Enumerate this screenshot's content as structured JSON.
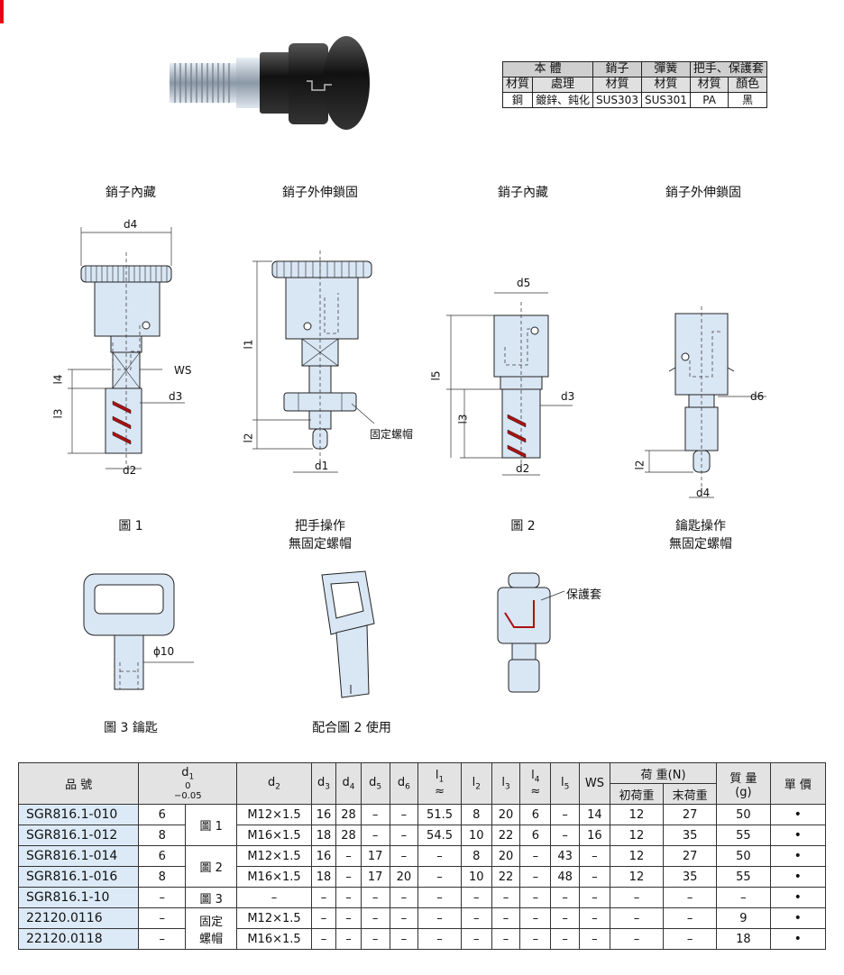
{
  "material_table": {
    "header1": [
      "本 體",
      "銷子",
      "彈簧",
      "把手、保護套"
    ],
    "header2": [
      "材質",
      "處理",
      "材質",
      "材質",
      "材質",
      "顏色"
    ],
    "values": [
      "鋼",
      "鍍鋅、鈍化",
      "SUS303",
      "SUS301",
      "PA",
      "黑"
    ]
  },
  "diagram_titles": [
    "銷子內藏",
    "銷子外伸鎖固",
    "銷子內藏",
    "銷子外伸鎖固"
  ],
  "figure_captions": {
    "fig1": "圖 1",
    "handle_line1": "把手操作",
    "handle_line2": "無固定螺帽",
    "fig2": "圖 2",
    "key_line1": "鑰匙操作",
    "key_line2": "無固定螺帽",
    "fig3": "圖 3 鑰匙",
    "use_fig2": "配合圖 2 使用"
  },
  "dim_labels": {
    "d4": "d4",
    "ws": "WS",
    "l4": "l4",
    "d3": "d3",
    "l3": "l3",
    "d2": "d2",
    "l1": "l1",
    "l2": "l2",
    "d1": "d1",
    "nut": "固定螺帽",
    "d5": "d5",
    "l5": "l5",
    "d6": "d6",
    "phi10": "ϕ10",
    "cover": "保護套"
  },
  "spec_table": {
    "headers": {
      "part": "品 號",
      "d1": "d",
      "d1_sub": "1",
      "d1_tol_top": "0",
      "d1_tol_bot": "−0.05",
      "d2": "d",
      "d2_sub": "2",
      "d3": "d",
      "d3_sub": "3",
      "d4": "d",
      "d4_sub": "4",
      "d5": "d",
      "d5_sub": "5",
      "d6": "d",
      "d6_sub": "6",
      "l1": "l",
      "l1_sub": "1",
      "approx": "≈",
      "l2": "l",
      "l2_sub": "2",
      "l3": "l",
      "l3_sub": "3",
      "l4": "l",
      "l4_sub": "4",
      "l5": "l",
      "l5_sub": "5",
      "ws": "WS",
      "load": "荷 重(N)",
      "load_init": "初荷重",
      "load_end": "末荷重",
      "mass": "質 量",
      "mass_unit": "(g)",
      "price": "單 價"
    },
    "groups": [
      "圖 1",
      "圖 2",
      "圖 3",
      "固定",
      "螺帽"
    ],
    "rows": [
      {
        "part": "SGR816.1-010",
        "d1": "6",
        "d2": "M12×1.5",
        "d3": "16",
        "d4": "28",
        "d5": "–",
        "d6": "–",
        "l1": "51.5",
        "l2": "8",
        "l3": "20",
        "l4": "6",
        "l5": "–",
        "ws": "14",
        "init": "12",
        "end": "27",
        "mass": "50",
        "price": "•"
      },
      {
        "part": "SGR816.1-012",
        "d1": "8",
        "d2": "M16×1.5",
        "d3": "18",
        "d4": "28",
        "d5": "–",
        "d6": "–",
        "l1": "54.5",
        "l2": "10",
        "l3": "22",
        "l4": "6",
        "l5": "–",
        "ws": "16",
        "init": "12",
        "end": "35",
        "mass": "55",
        "price": "•"
      },
      {
        "part": "SGR816.1-014",
        "d1": "6",
        "d2": "M12×1.5",
        "d3": "16",
        "d4": "–",
        "d5": "17",
        "d6": "–",
        "l1": "–",
        "l2": "8",
        "l3": "20",
        "l4": "–",
        "l5": "43",
        "ws": "–",
        "init": "12",
        "end": "27",
        "mass": "50",
        "price": "•"
      },
      {
        "part": "SGR816.1-016",
        "d1": "8",
        "d2": "M16×1.5",
        "d3": "18",
        "d4": "–",
        "d5": "17",
        "d6": "20",
        "l1": "–",
        "l2": "10",
        "l3": "22",
        "l4": "–",
        "l5": "48",
        "ws": "–",
        "init": "12",
        "end": "35",
        "mass": "55",
        "price": "•"
      },
      {
        "part": "SGR816.1-10",
        "d1": "–",
        "d2": "–",
        "d3": "–",
        "d4": "–",
        "d5": "–",
        "d6": "–",
        "l1": "–",
        "l2": "–",
        "l3": "–",
        "l4": "–",
        "l5": "–",
        "ws": "–",
        "init": "–",
        "end": "–",
        "mass": "–",
        "price": "•"
      },
      {
        "part": "22120.0116",
        "d1": "–",
        "d2": "M12×1.5",
        "d3": "–",
        "d4": "–",
        "d5": "–",
        "d6": "–",
        "l1": "–",
        "l2": "–",
        "l3": "–",
        "l4": "–",
        "l5": "–",
        "ws": "–",
        "init": "–",
        "end": "–",
        "mass": "9",
        "price": "•"
      },
      {
        "part": "22120.0118",
        "d1": "–",
        "d2": "M16×1.5",
        "d3": "–",
        "d4": "–",
        "d5": "–",
        "d6": "–",
        "l1": "–",
        "l2": "–",
        "l3": "–",
        "l4": "–",
        "l5": "–",
        "ws": "–",
        "init": "–",
        "end": "–",
        "mass": "18",
        "price": "•"
      }
    ]
  },
  "colors": {
    "accent": "#e60012",
    "part_cell": "#dceaf7",
    "drawing_fill": "#d9e6f4",
    "header_fill": "#e3e3e3"
  }
}
